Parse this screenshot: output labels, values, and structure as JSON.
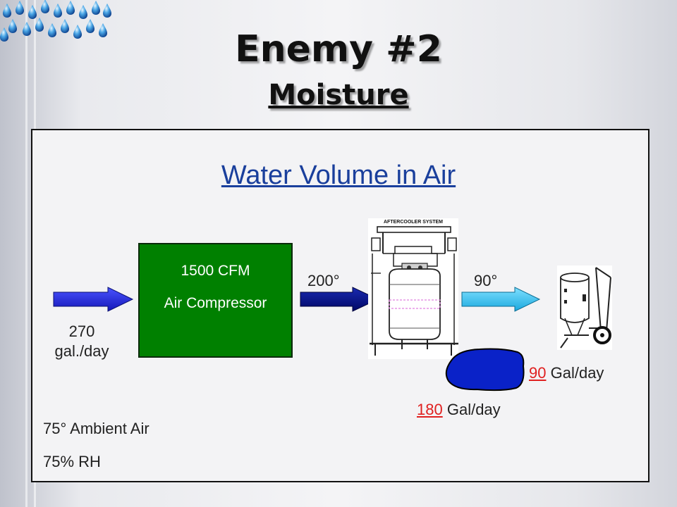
{
  "title": "Enemy #2",
  "subtitle": "Moisture",
  "diagram": {
    "heading": "Water Volume in Air",
    "compressor": {
      "line1": "1500 CFM",
      "line2": "Air Compressor"
    },
    "inlet_rate": "270 gal./day",
    "temp_hot": "200°",
    "temp_cool": "90°",
    "aftercooler_label": "AFTERCOOLER SYSTEM",
    "removed": {
      "amount": "180",
      "unit": "Gal/day"
    },
    "remaining": {
      "amount": "90",
      "unit": "Gal/day"
    },
    "ambient_temp": "75° Ambient Air",
    "ambient_rh": "75% RH"
  },
  "colors": {
    "inlet_arrow": "#1f24d8",
    "hot_arrow": "#000f8a",
    "cool_arrow": "#33c6f2",
    "compressor_fill": "#008000",
    "water_puddle": "#0a22c8",
    "highlight_number": "#e02020",
    "heading_text": "#1a3f9c"
  }
}
